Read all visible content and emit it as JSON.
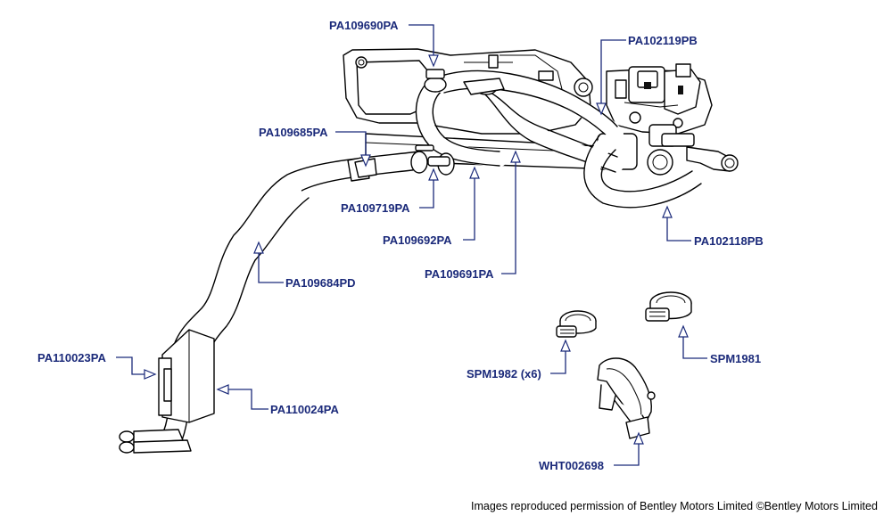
{
  "diagram": {
    "parts": [
      {
        "id": "pa109690pa",
        "label": "PA109690PA"
      },
      {
        "id": "pa102119pb",
        "label": "PA102119PB"
      },
      {
        "id": "pa109685pa",
        "label": "PA109685PA"
      },
      {
        "id": "pa109719pa",
        "label": "PA109719PA"
      },
      {
        "id": "pa109692pa",
        "label": "PA109692PA"
      },
      {
        "id": "pa109691pa",
        "label": "PA109691PA"
      },
      {
        "id": "pa102118pb",
        "label": "PA102118PB"
      },
      {
        "id": "pa109684pd",
        "label": "PA109684PD"
      },
      {
        "id": "pa110023pa",
        "label": "PA110023PA"
      },
      {
        "id": "pa110024pa",
        "label": "PA110024PA"
      },
      {
        "id": "spm1982",
        "label": "SPM1982 (x6)"
      },
      {
        "id": "spm1981",
        "label": "SPM1981"
      },
      {
        "id": "wht002698",
        "label": "WHT002698"
      }
    ],
    "copyright": "Images reproduced permission of Bentley Motors Limited ©Bentley Motors Limited"
  },
  "colors": {
    "label": "#1b2a7a",
    "line_art": "#000000",
    "background": "#ffffff"
  }
}
